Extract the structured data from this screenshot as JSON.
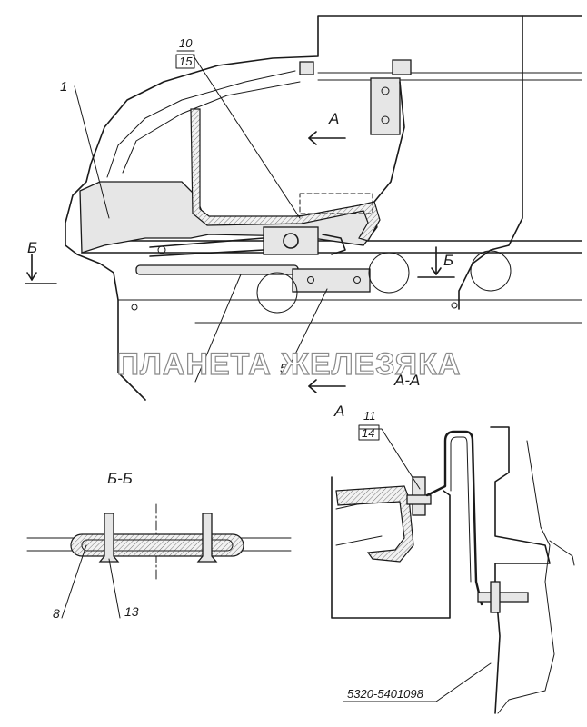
{
  "labels": {
    "item_1": "1",
    "item_10": "10",
    "item_15": "15",
    "item_11": "11",
    "item_14": "14",
    "item_8": "8",
    "item_13": "13",
    "item_5": "5"
  },
  "section_marks": {
    "a_top": "А",
    "a_bottom": "А",
    "b_left": "Б",
    "b_right": "Б"
  },
  "section_titles": {
    "b_b": "Б-Б",
    "a_a": "А-А"
  },
  "part_number": "5320-5401098",
  "watermark": "ПЛАНЕТА ЖЕЛЕЗЯКА",
  "colors": {
    "ink": "#1a1a1a",
    "fill": "#e6e6e6",
    "paper": "#ffffff"
  }
}
